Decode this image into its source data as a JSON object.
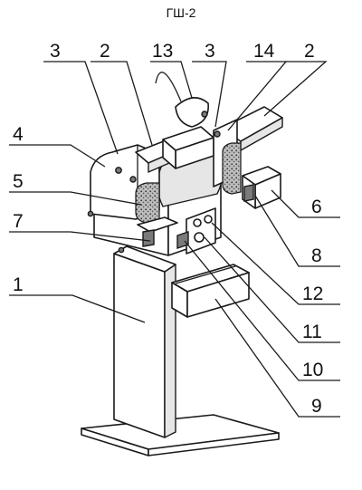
{
  "title": "ГШ-2",
  "callouts": [
    {
      "id": "c3a",
      "text": "3"
    },
    {
      "id": "c2a",
      "text": "2"
    },
    {
      "id": "c13",
      "text": "13"
    },
    {
      "id": "c3b",
      "text": "3"
    },
    {
      "id": "c14",
      "text": "14"
    },
    {
      "id": "c2b",
      "text": "2"
    },
    {
      "id": "c4",
      "text": "4"
    },
    {
      "id": "c5",
      "text": "5"
    },
    {
      "id": "c7",
      "text": "7"
    },
    {
      "id": "c6",
      "text": "6"
    },
    {
      "id": "c8",
      "text": "8"
    },
    {
      "id": "c1",
      "text": "1"
    },
    {
      "id": "c12",
      "text": "12"
    },
    {
      "id": "c11",
      "text": "11"
    },
    {
      "id": "c10",
      "text": "10"
    },
    {
      "id": "c9",
      "text": "9"
    }
  ]
}
